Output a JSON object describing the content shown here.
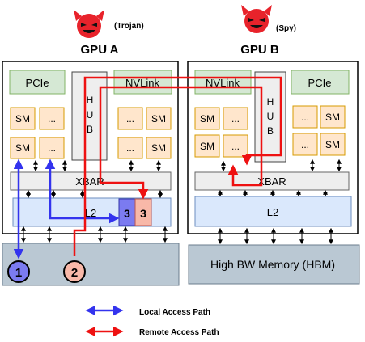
{
  "gpu_a": {
    "title": "GPU A",
    "role": "(Trojan)",
    "pcie": "PCIe",
    "nvlink": "NVLink",
    "hub": [
      "H",
      "U",
      "B"
    ],
    "xbar": "XBAR",
    "l2": "L2",
    "sm_tiles": [
      "SM",
      "...",
      "SM",
      "...",
      "...",
      "SM",
      "...",
      "SM"
    ]
  },
  "gpu_b": {
    "title": "GPU B",
    "role": "(Spy)",
    "pcie": "PCIe",
    "nvlink": "NVLink",
    "hub": [
      "H",
      "U",
      "B"
    ],
    "xbar": "XBAR",
    "l2": "L2",
    "sm_tiles": [
      "SM",
      "...",
      "SM",
      "...",
      "...",
      "SM",
      "...",
      "SM"
    ]
  },
  "memory_b": "High BW Memory (HBM)",
  "markers": {
    "step1": "1",
    "step2": "2",
    "step3a": "3",
    "step3b": "3"
  },
  "legend": {
    "local": "Local Access Path",
    "remote": "Remote Access Path"
  },
  "colors": {
    "local_path": "#3333ee",
    "remote_path": "#ee1111",
    "pcie_fill": "#d5e8d4",
    "sm_fill": "#ffe6cc",
    "l2_fill": "#dae8fc",
    "memory_fill": "#bac8d3",
    "devil_fill": "#e8232b"
  },
  "icons": [
    "devil-face-icon",
    "devil-face-icon"
  ]
}
